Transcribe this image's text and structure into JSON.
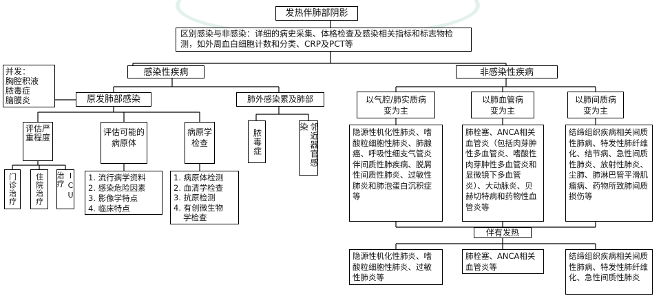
{
  "root": "发热伴肺部阴影",
  "distinguish": "区别感染与非感染：详细的病史采集、体格检查及感染相关指标和标志物检测，如外周血白细胞计数和分类、CRP及PCT等",
  "infectious": {
    "title": "感染性疾病",
    "complications": [
      "并发：",
      "胸腔积液",
      "脓毒症",
      "脑膜炎"
    ],
    "primary": "原发肺部感染",
    "extrapulmonary": "肺外感染累及肺部",
    "sepsis": "脓毒症",
    "adjacent": "邻近器官感染",
    "assess": "评估严重程度",
    "outpatient": "门诊治疗",
    "inpatient": "住院治疗",
    "icu": "ICU治疗",
    "possible_pathogen": "评估可能的病原体",
    "pathogen_items": [
      "1. 流行病学资料",
      "2. 感染危险因素",
      "3. 影像学特点",
      "4. 临床特点"
    ],
    "pathogen_exam": "病原学检查",
    "exam_items": [
      "1. 病原体检测",
      "2. 血清学检查",
      "3. 抗原检测",
      "4. 有创微生物",
      "学检查"
    ]
  },
  "noninfectious": {
    "title": "非感染性疾病",
    "airway": "以气腔/肺实质病变为主",
    "vascular": "以肺血管病变为主",
    "interstitial": "以肺间质病变为主",
    "airway_detail": "隐源性机化性肺炎、嗜酸粒细胞性肺炎、肺腺癌、呼吸性细支气管炎伴间质性肺疾病、脱屑性间质性肺炎、过敏性肺炎和肺泡蛋白沉积症等",
    "vascular_detail": "肺栓塞、ANCA相关血管炎（包括肉芽肿性多血管炎、嗜酸性肉芽肿性多血管炎和显微镜下多血管炎）、大动脉炎、贝赫切特病和药物性血管炎等",
    "interstitial_detail": "结缔组织疾病相关间质性肺病、特发性肺纤维化、结节病、急性间质性肺炎、放射性肺炎、尘肺、肺淋巴管平滑肌瘤病、药物所致肺间质损伤等",
    "fever": "伴有发热",
    "fever_airway": "隐源性机化性肺炎、嗜酸粒细胞性肺炎、过敏性肺炎等",
    "fever_vascular": "肺栓塞、ANCA相关血管炎等",
    "fever_interstitial": "结缔组织疾病相关间质性肺病、特发性肺纤维化、急性间质性肺炎"
  }
}
